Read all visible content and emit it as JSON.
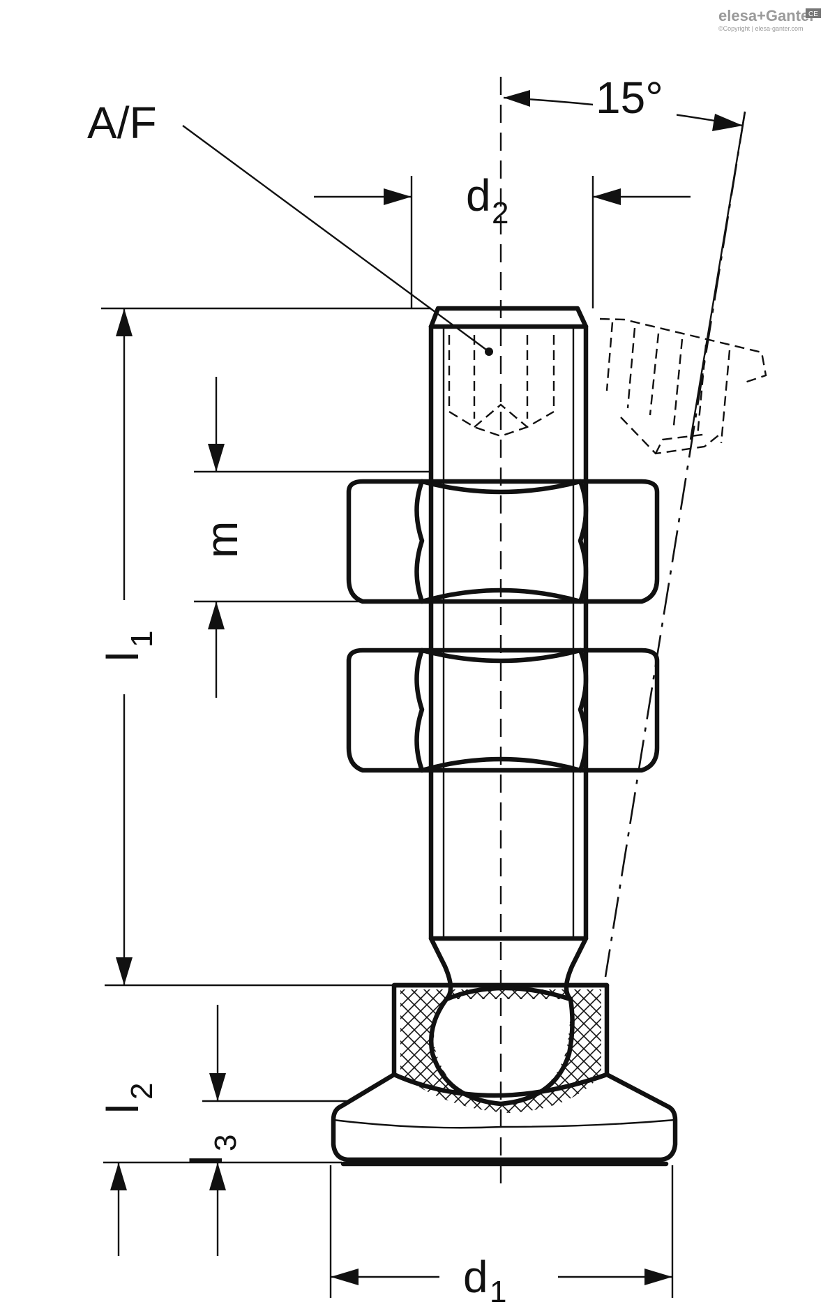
{
  "watermark": {
    "brand": "elesa+Ganter",
    "badge": "CE",
    "copyright": "©Copyright | elesa-ganter.com"
  },
  "labels": {
    "af": "A/F",
    "angle": "15°",
    "d1_base": "d",
    "d1_sub": "1",
    "d2_base": "d",
    "d2_sub": "2",
    "l1_base": "l",
    "l1_sub": "1",
    "l2_base": "l",
    "l2_sub": "2",
    "l3_base": "l",
    "l3_sub": "3",
    "m": "m"
  }
}
